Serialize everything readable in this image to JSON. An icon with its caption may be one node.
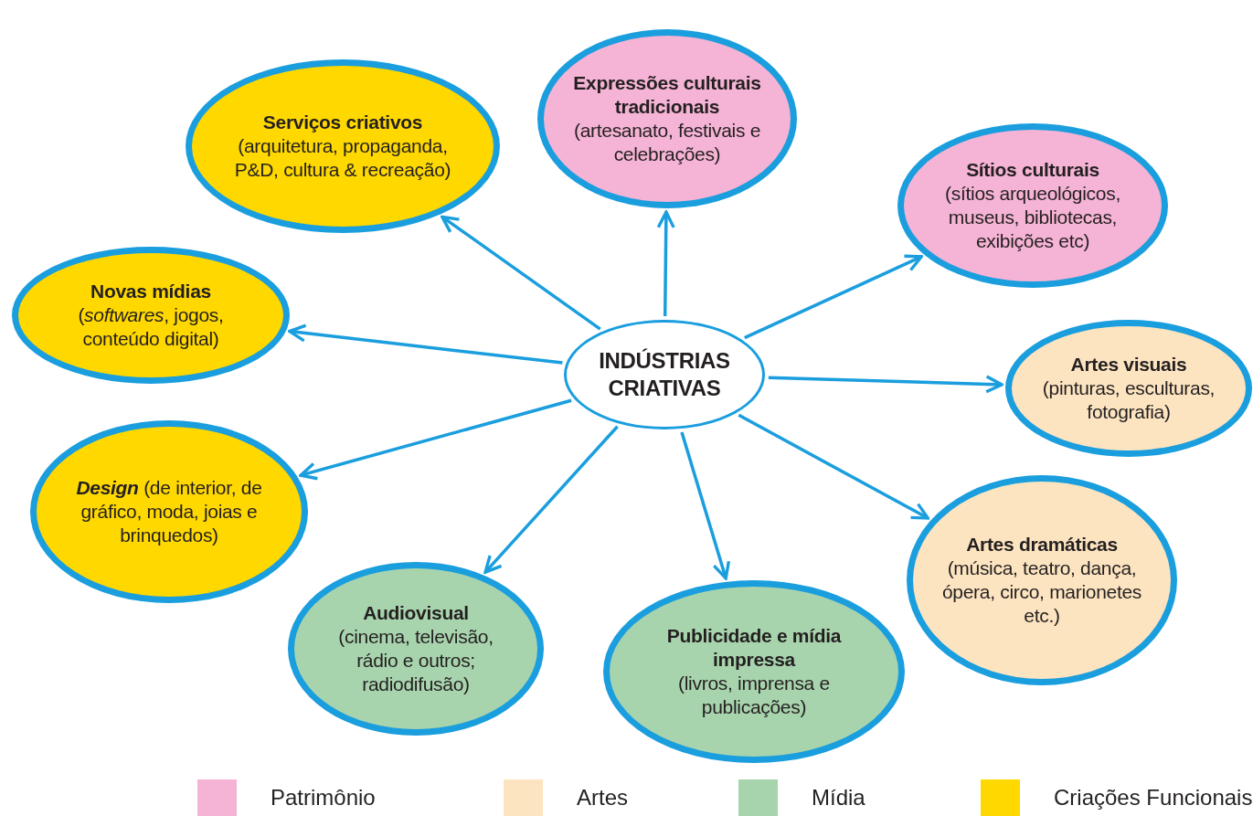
{
  "diagram": {
    "nodes": [
      {
        "text": [
          "INDÚSTRIAS CRIATIVAS"
        ]
      },
      {
        "text": [
          "Serviços criativos",
          "(arquitetura, propaganda, P&D, cultura & recreação)"
        ]
      },
      {
        "text": [
          "Expressões culturais tradicionais",
          "(artesanato, festivais e celebrações)"
        ]
      },
      {
        "text": [
          "Sítios culturais",
          "(sítios arqueológicos, museus, bibliotecas, exibições etc)"
        ]
      },
      {
        "text": [
          "Novas mídias",
          "(*softwares*, jogos, conteúdo digital)"
        ]
      },
      {
        "text": [
          "Artes visuais",
          "(pinturas, esculturas, fotografia)"
        ]
      },
      {
        "text": [
          "**Design** (de interior, de gráfico, moda, joias e brinquedos)"
        ]
      },
      {
        "text": [
          "Audiovisual",
          "(cinema, televisão, rádio e outros; radiodifusão)"
        ]
      },
      {
        "text": [
          "Publicidade e mídia impressa",
          "(livros, imprensa e publicações)"
        ]
      },
      {
        "text": [
          "Artes dramáticas",
          "(música, teatro, dança, ópera, circo, marionetes etc.)"
        ]
      }
    ],
    "edges": [
      {
        "from": 0,
        "to": 1,
        "arrow": "to"
      },
      {
        "from": 0,
        "to": 2,
        "arrow": "to"
      },
      {
        "from": 0,
        "to": 3,
        "arrow": "to"
      },
      {
        "from": 0,
        "to": 4,
        "arrow": "to"
      },
      {
        "from": 0,
        "to": 5,
        "arrow": "to"
      },
      {
        "from": 0,
        "to": 6,
        "arrow": "to"
      },
      {
        "from": 0,
        "to": 7,
        "arrow": "to"
      },
      {
        "from": 0,
        "to": 8,
        "arrow": "to"
      },
      {
        "from": 0,
        "to": 9,
        "arrow": "to"
      }
    ],
    "legend": [
      {
        "text": "Patrimônio",
        "color": "#f5b3d5"
      },
      {
        "text": "Artes",
        "color": "#fde4c0"
      },
      {
        "text": "Mídia",
        "color": "#a8d4ad"
      },
      {
        "text": "Criações Funcionais",
        "color": "#ffd800"
      }
    ]
  }
}
